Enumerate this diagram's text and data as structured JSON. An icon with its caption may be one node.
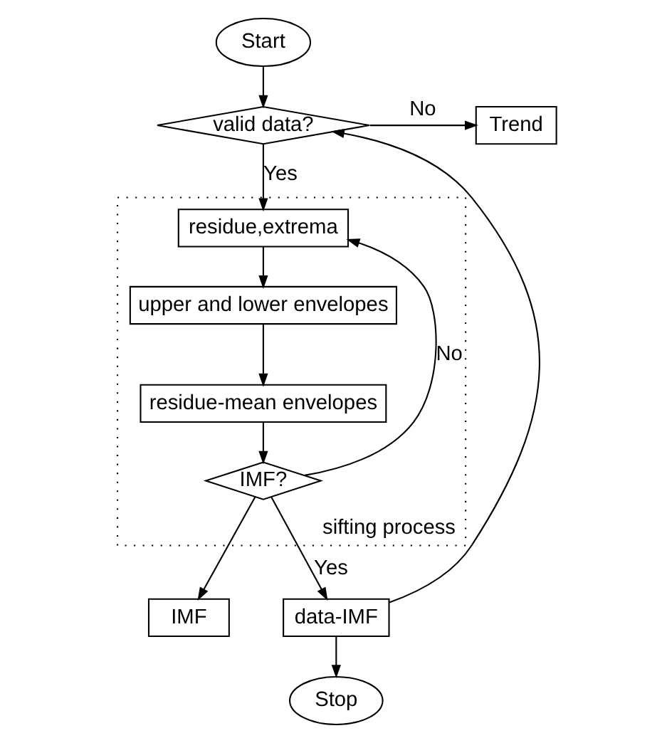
{
  "diagram": {
    "nodes": [
      {
        "text": [
          "Start"
        ]
      },
      {
        "text": [
          "valid data?"
        ]
      },
      {
        "text": [
          "Trend"
        ]
      },
      {
        "text": [
          "sifting process"
        ]
      },
      {
        "text": [
          "residue,extrema"
        ],
        "in": 3
      },
      {
        "text": [
          "upper and lower envelopes"
        ],
        "in": 3
      },
      {
        "text": [
          "residue-mean envelopes"
        ],
        "in": 3
      },
      {
        "text": [
          "IMF?"
        ],
        "in": 3
      },
      {
        "text": [
          "IMF"
        ]
      },
      {
        "text": [
          "data-IMF"
        ]
      },
      {
        "text": [
          "Stop"
        ]
      }
    ],
    "edges": [
      {
        "from": 0,
        "to": 1,
        "arrow": "to"
      },
      {
        "from": 1,
        "to": 2,
        "arrow": "to",
        "label": "No"
      },
      {
        "from": 1,
        "to": 4,
        "arrow": "to",
        "label": "Yes"
      },
      {
        "from": 4,
        "to": 5,
        "arrow": "to"
      },
      {
        "from": 5,
        "to": 6,
        "arrow": "to"
      },
      {
        "from": 6,
        "to": 7,
        "arrow": "to"
      },
      {
        "from": 7,
        "to": 4,
        "arrow": "to",
        "label": "No"
      },
      {
        "from": 7,
        "to": 9,
        "arrow": "to",
        "label": "Yes"
      },
      {
        "from": 7,
        "to": 8,
        "arrow": "to"
      },
      {
        "from": 9,
        "to": 10,
        "arrow": "to"
      },
      {
        "from": 9,
        "to": 1,
        "arrow": "to"
      }
    ]
  }
}
